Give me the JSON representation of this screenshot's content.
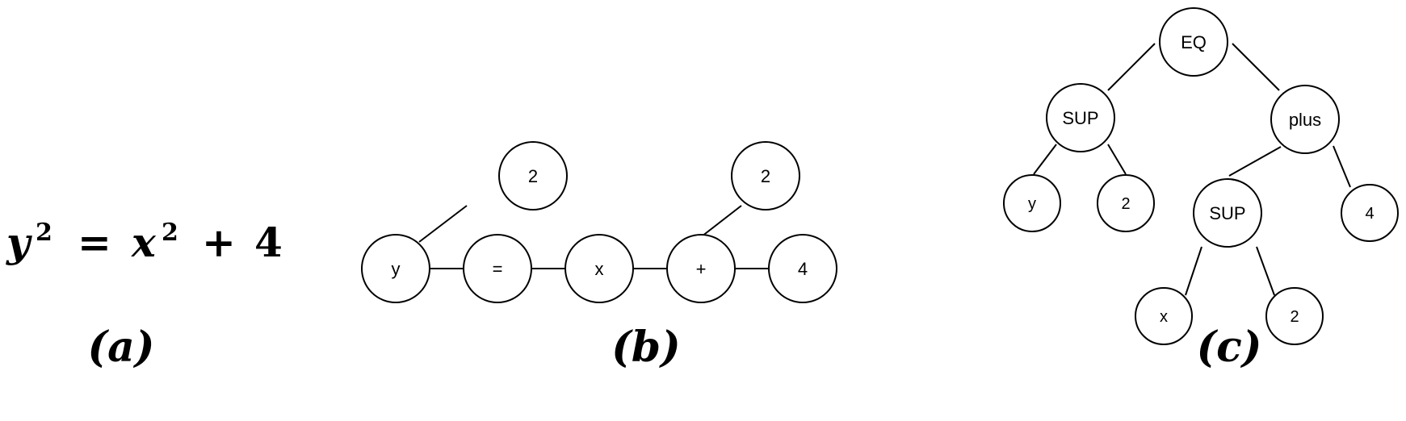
{
  "panel_a": {
    "equation": {
      "lhs_var": "y",
      "lhs_exp": "2",
      "eq": "=",
      "rhs_var": "x",
      "rhs_exp": "2",
      "plus": "+",
      "constant": "4"
    },
    "caption": "(a)"
  },
  "panel_b": {
    "nodes": {
      "y": "y",
      "y_exp": "2",
      "eq": "=",
      "x": "x",
      "x_exp": "2",
      "plus": "+",
      "four": "4"
    },
    "caption": "(b)"
  },
  "panel_c": {
    "nodes": {
      "eq": "EQ",
      "sup_left": "SUP",
      "plus": "plus",
      "y": "y",
      "y_exp": "2",
      "sup_right": "SUP",
      "four": "4",
      "x": "x",
      "x_exp": "2"
    },
    "caption": "(c)"
  }
}
